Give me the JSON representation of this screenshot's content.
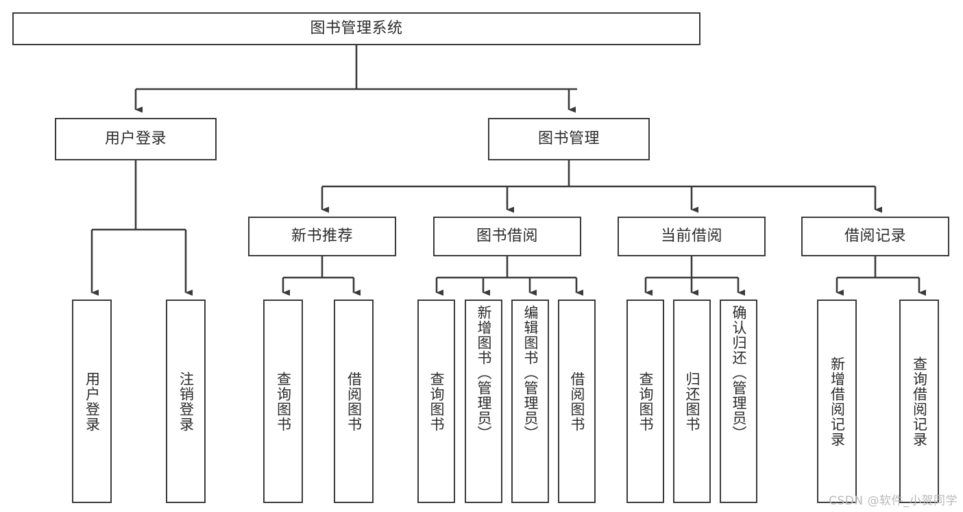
{
  "diagram": {
    "title": "图书管理系统",
    "type": "tree-hierarchy-chart",
    "stroke_color": "#3a3a3a",
    "text_color": "#2b2b2b",
    "background_color": "#ffffff"
  },
  "root": {
    "label": "图书管理系统"
  },
  "level1": [
    {
      "label": "用户登录"
    },
    {
      "label": "图书管理"
    }
  ],
  "level2": [
    {
      "label": "新书推荐"
    },
    {
      "label": "图书借阅"
    },
    {
      "label": "当前借阅"
    },
    {
      "label": "借阅记录"
    }
  ],
  "leaves": {
    "user_login": [
      {
        "label": "用户登录"
      },
      {
        "label": "注销登录"
      }
    ],
    "new_book_recommend": [
      {
        "label": "查询图书"
      },
      {
        "label": "借阅图书"
      }
    ],
    "book_borrow": [
      {
        "label": "查询图书"
      },
      {
        "label": "新增图书（管理员）"
      },
      {
        "label": "编辑图书（管理员）"
      },
      {
        "label": "借阅图书"
      }
    ],
    "current_borrow": [
      {
        "label": "查询图书"
      },
      {
        "label": "归还图书"
      },
      {
        "label": "确认归还（管理员）"
      }
    ],
    "borrow_records": [
      {
        "label": "新增借阅记录"
      },
      {
        "label": "查询借阅记录"
      }
    ]
  },
  "watermark": {
    "text": "CSDN @软件_小贺同学"
  }
}
